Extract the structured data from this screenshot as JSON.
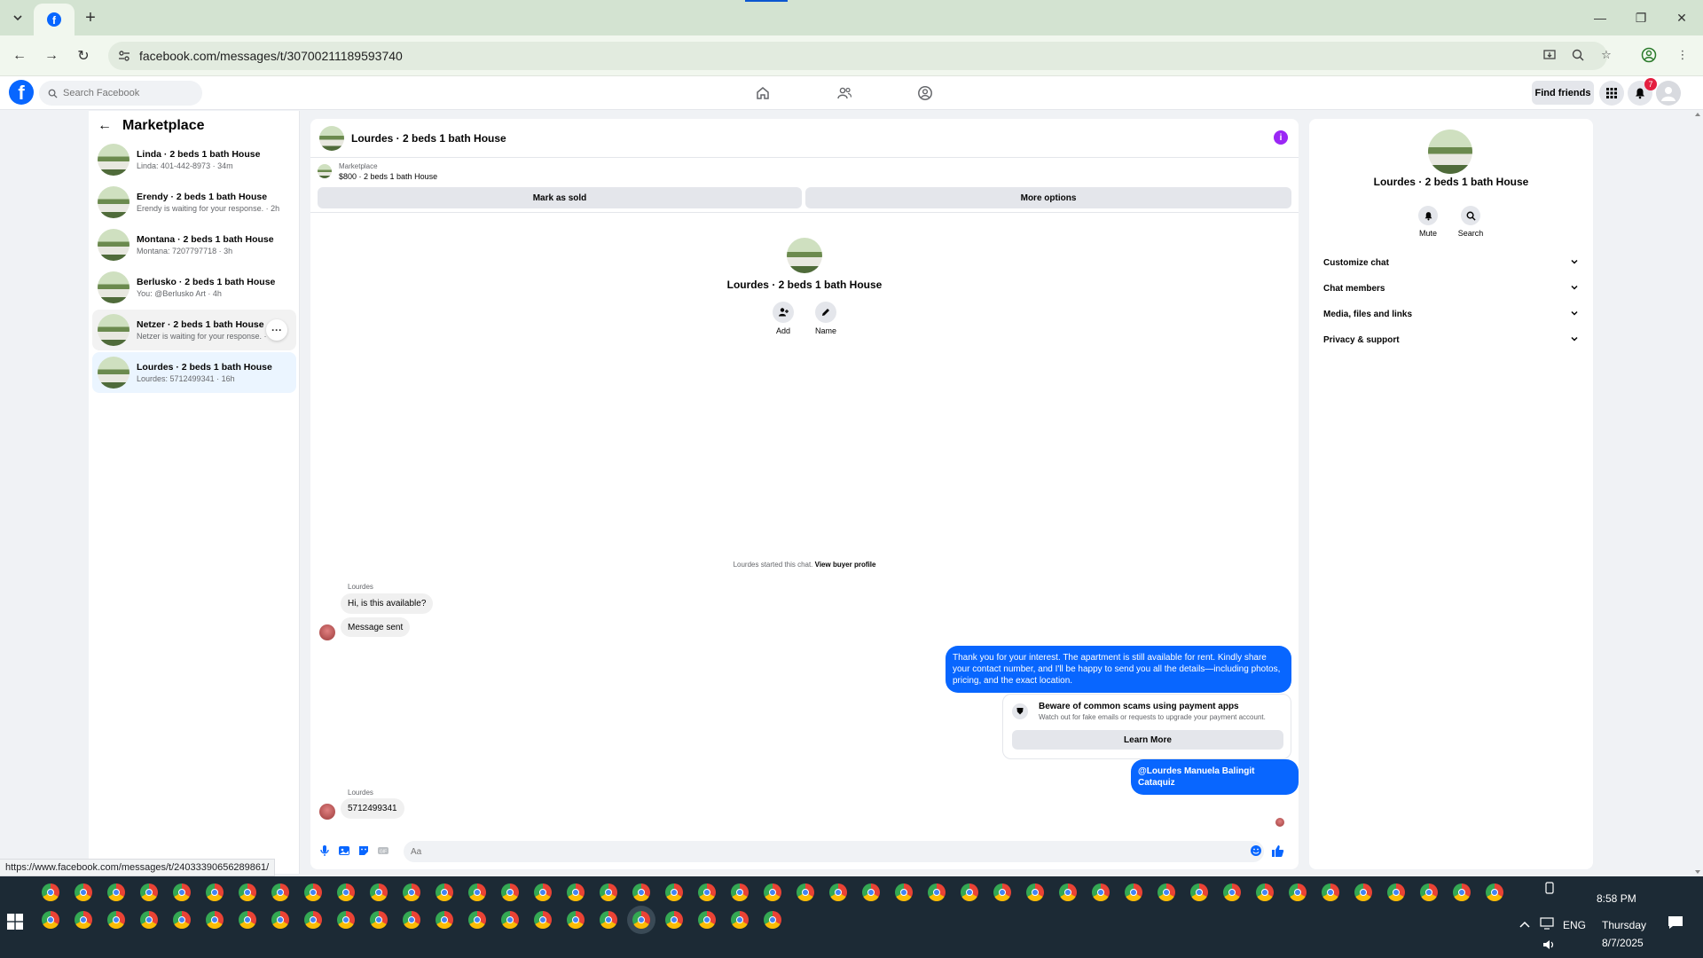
{
  "browser": {
    "url": "facebook.com/messages/t/30700211189593740",
    "status_url": "https://www.facebook.com/messages/t/24033390656289861/"
  },
  "facebook": {
    "search_placeholder": "Search Facebook",
    "find_friends_label": "Find friends",
    "notification_count": "7"
  },
  "sidebar": {
    "title": "Marketplace",
    "conversations": [
      {
        "name": "Linda · 2 beds 1 bath House",
        "preview": "Linda: 401-442-8973 · 34m"
      },
      {
        "name": "Erendy · 2 beds 1 bath House",
        "preview": "Erendy is waiting for your response. · 2h"
      },
      {
        "name": "Montana · 2 beds 1 bath House",
        "preview": "Montana: 7207797718 · 3h"
      },
      {
        "name": "Berlusko · 2 beds 1 bath House",
        "preview": "You: @Berlusko Art · 4h"
      },
      {
        "name": "Netzer · 2 beds 1 bath House",
        "preview": "Netzer is waiting for your response. ·"
      },
      {
        "name": "Lourdes · 2 beds 1 bath House",
        "preview": "Lourdes: 5712499341 · 16h"
      }
    ]
  },
  "chat": {
    "title": "Lourdes · 2 beds 1 bath House",
    "marketplace_label": "Marketplace",
    "listing": "$800 · 2 beds 1 bath House",
    "mark_sold_label": "Mark as sold",
    "more_options_label": "More options",
    "intro_name": "Lourdes · 2 beds 1 bath House",
    "add_label": "Add",
    "name_label": "Name",
    "started_text": "Lourdes started this chat.",
    "view_profile": "View buyer profile",
    "sender_1": "Lourdes",
    "msg_1": "Hi, is this available?",
    "msg_2": "Message sent",
    "msg_out": "Thank you for your interest. The apartment is still available for rent. Kindly share your contact number, and I'll be happy to send you all the details—including photos, pricing, and the exact location.",
    "scam_title": "Beware of common scams using payment apps",
    "scam_sub": "Watch out for fake emails or requests to upgrade your payment account.",
    "learn_more": "Learn More",
    "mention": "@Lourdes Manuela Balingit Cataquiz",
    "sender_2": "Lourdes",
    "msg_3": "5712499341",
    "composer_placeholder": "Aa"
  },
  "right_panel": {
    "name": "Lourdes · 2 beds 1 bath House",
    "mute_label": "Mute",
    "search_label": "Search",
    "sections": [
      "Customize chat",
      "Chat members",
      "Media, files and links",
      "Privacy & support"
    ]
  },
  "taskbar": {
    "time": "8:58 PM",
    "day": "Thursday",
    "date": "8/7/2025",
    "lang": "ENG"
  },
  "colors": {
    "fb_blue": "#0866ff",
    "chrome_tabstrip": "#d3e3d1",
    "taskbar": "#1c2a35"
  }
}
